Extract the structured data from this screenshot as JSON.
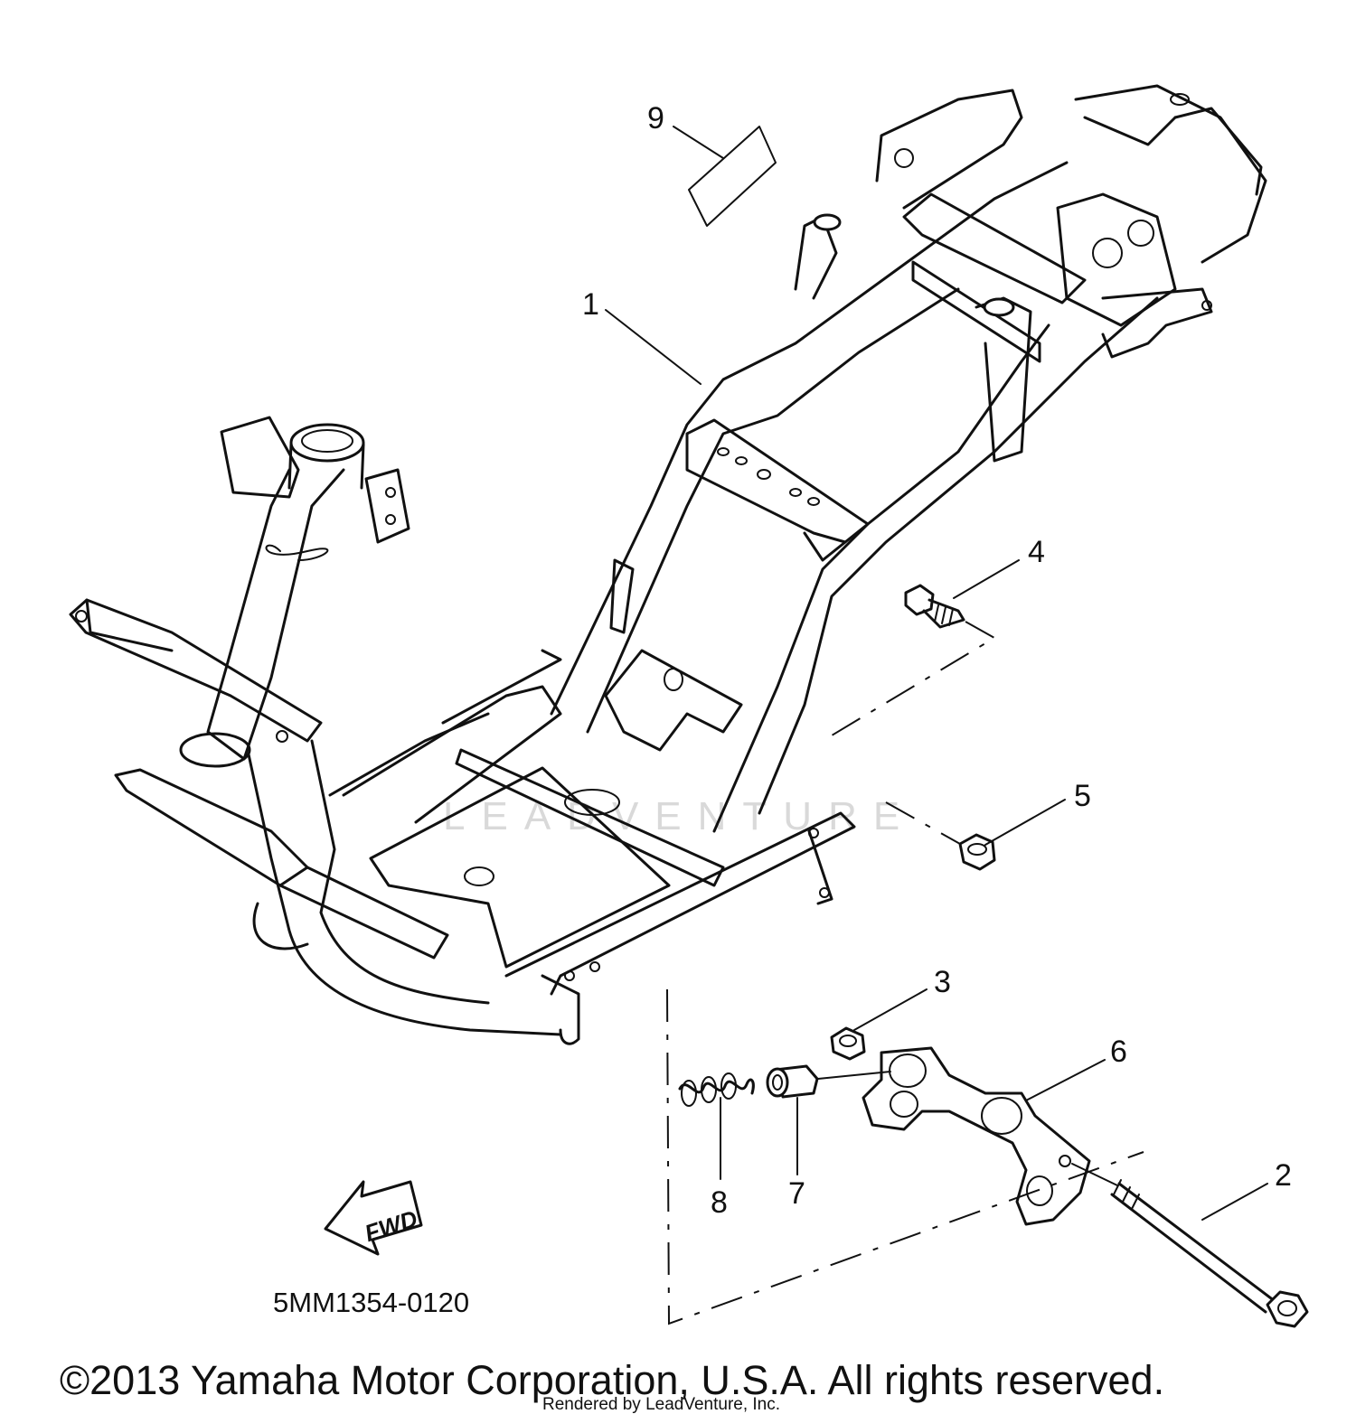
{
  "callouts": {
    "c1": "1",
    "c2": "2",
    "c3": "3",
    "c4": "4",
    "c5": "5",
    "c6": "6",
    "c7": "7",
    "c8": "8",
    "c9": "9"
  },
  "fwd_label": "FWD",
  "diagram_code": "5MM1354-0120",
  "copyright": "©2013 Yamaha Motor Corporation, U.S.A. All rights reserved.",
  "rendered_by": "Rendered by LeadVenture, Inc.",
  "watermark": "LEADVENTURE",
  "colors": {
    "ink": "#111111",
    "background": "#ffffff",
    "watermark": "#d9d9d9"
  }
}
